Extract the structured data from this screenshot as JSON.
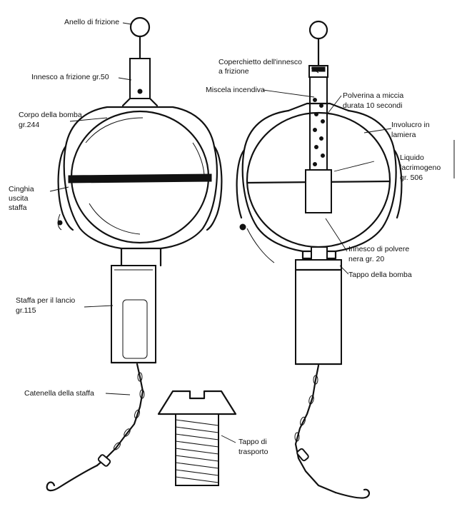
{
  "labels": {
    "anello": "Anello di frizione",
    "innesco_frizione": "Innesco a frizione gr.50",
    "corpo_1": "Corpo della bomba",
    "corpo_2": "gr.244",
    "cinghia_1": "Cinghia",
    "cinghia_2": "uscita",
    "cinghia_3": "staffa",
    "staffa_1": "Staffa per il lancio",
    "staffa_2": "gr.115",
    "catenella": "Catenella della staffa",
    "tappo_trasporto_1": "Tappo di",
    "tappo_trasporto_2": "trasporto",
    "coperchietto_1": "Coperchietto dell'innesco",
    "coperchietto_2": "a frizione",
    "miscela": "Miscela incendiva",
    "polverina_1": "Polverina a miccia",
    "polverina_2": "durata 10 secondi",
    "involucro_1": "Involucro in",
    "involucro_2": "lamiera",
    "liquido_1": "Liquido",
    "liquido_2": "lacrimogeno",
    "liquido_3": "gr. 506",
    "innesco_polvere_1": "Innesco di polvere",
    "innesco_polvere_2": "nera gr. 20",
    "tappo_bomba": "Tappo della bomba"
  }
}
